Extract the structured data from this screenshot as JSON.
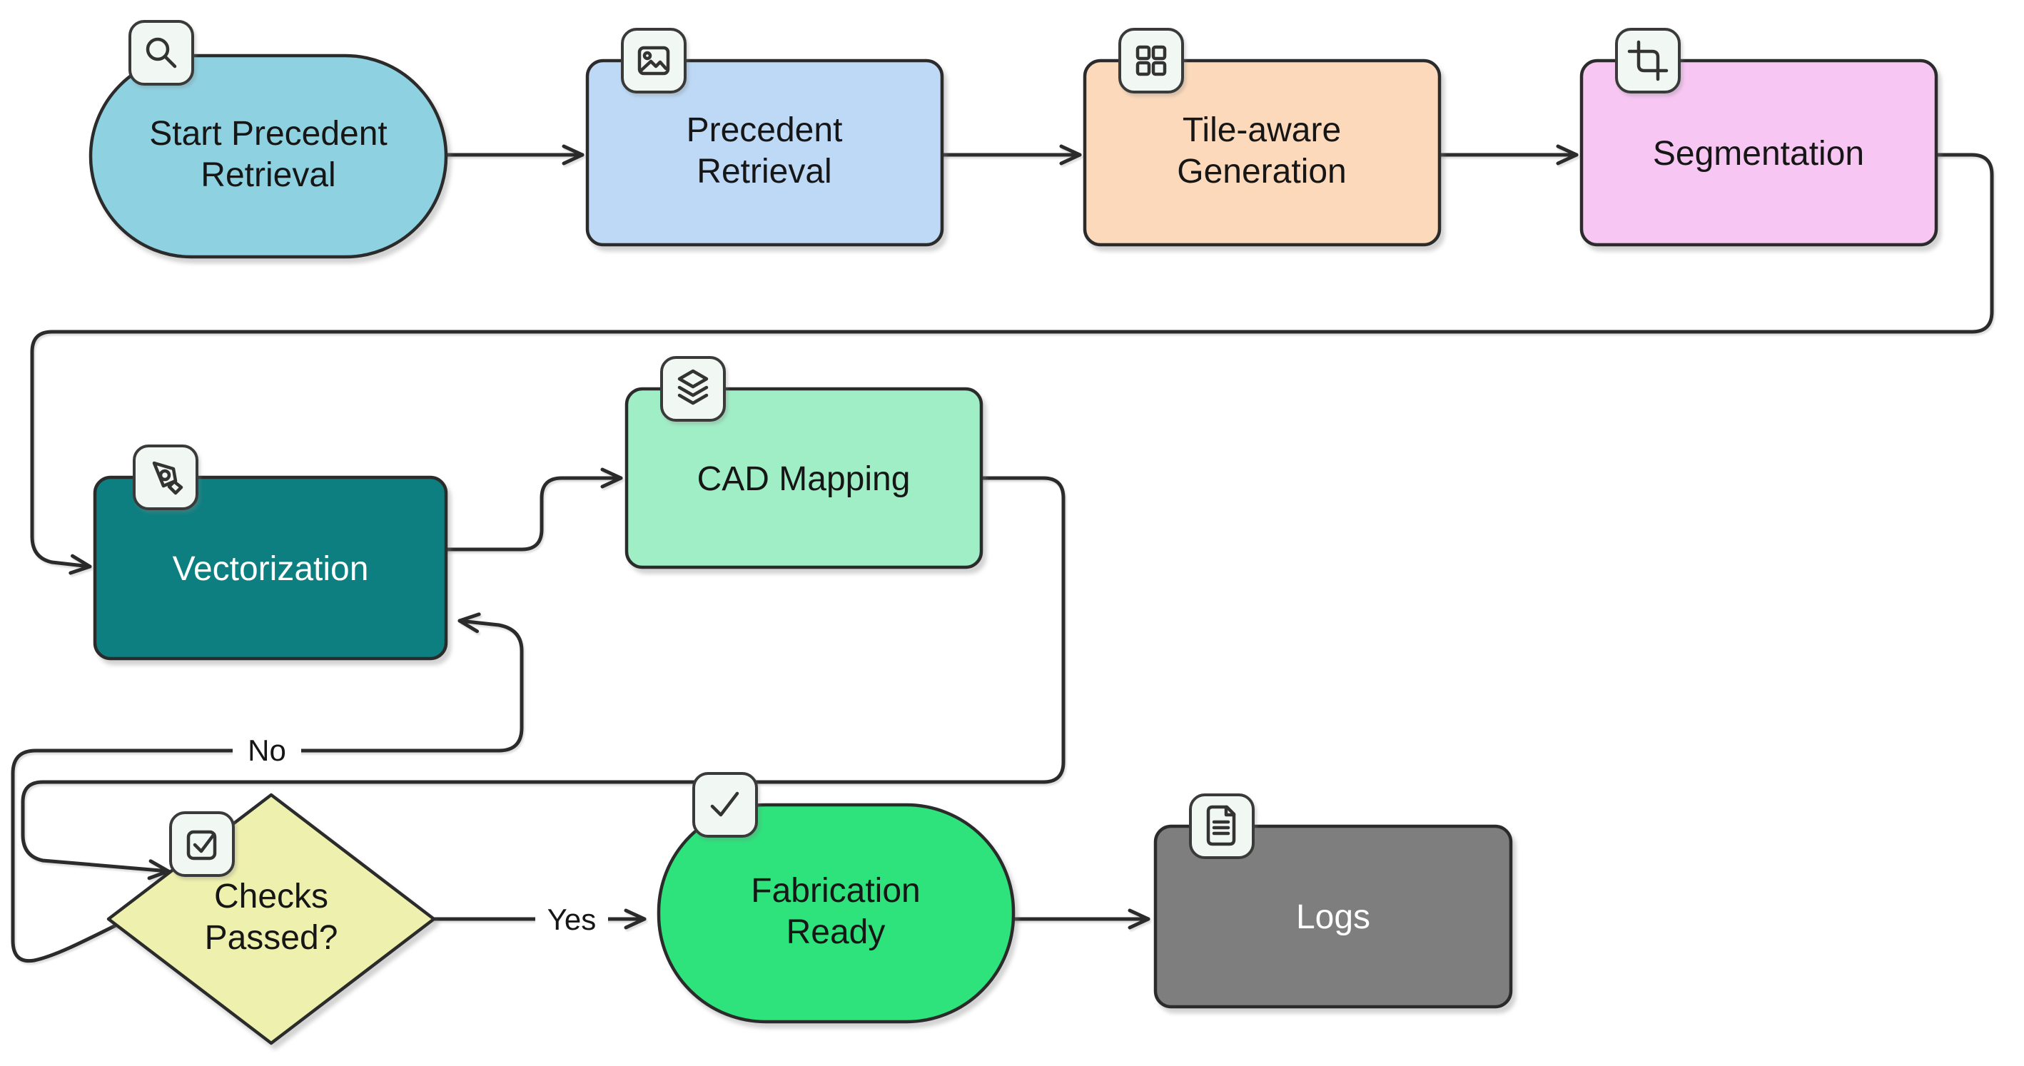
{
  "diagram": {
    "background_color": "#ffffff",
    "edge_color": "#2b2b2b",
    "badge": {
      "fill": "#f1f8f4",
      "border_color": "#3a3a3a"
    },
    "nodes": [
      {
        "id": "start-precedent-retrieval",
        "shape": "stadium",
        "icon": "search-icon",
        "lines": [
          "Start Precedent",
          "Retrieval"
        ],
        "fill": "#8ed2e2",
        "text_color": "#161616"
      },
      {
        "id": "precedent-retrieval",
        "shape": "rounded-rect",
        "icon": "image-icon",
        "lines": [
          "Precedent",
          "Retrieval"
        ],
        "fill": "#bdd9f6",
        "text_color": "#161616"
      },
      {
        "id": "tile-aware-generation",
        "shape": "rounded-rect",
        "icon": "grid-icon",
        "lines": [
          "Tile-aware",
          "Generation"
        ],
        "fill": "#fbd9ba",
        "text_color": "#161616"
      },
      {
        "id": "segmentation",
        "shape": "rounded-rect",
        "icon": "crop-icon",
        "lines": [
          "Segmentation"
        ],
        "fill": "#f7c6f2",
        "text_color": "#161616"
      },
      {
        "id": "vectorization",
        "shape": "rounded-rect",
        "icon": "pen-tool-icon",
        "lines": [
          "Vectorization"
        ],
        "fill": "#0e7f80",
        "text_color": "#ffffff"
      },
      {
        "id": "cad-mapping",
        "shape": "rounded-rect",
        "icon": "layers-icon",
        "lines": [
          "CAD Mapping"
        ],
        "fill": "#a0eec6",
        "text_color": "#161616"
      },
      {
        "id": "checks-passed",
        "shape": "diamond",
        "icon": "checkbox-icon",
        "lines": [
          "Checks",
          "Passed?"
        ],
        "fill": "#eef0ad",
        "text_color": "#161616"
      },
      {
        "id": "fabrication-ready",
        "shape": "stadium",
        "icon": "check-icon",
        "lines": [
          "Fabrication",
          "Ready"
        ],
        "fill": "#2ee27c",
        "text_color": "#161616"
      },
      {
        "id": "logs",
        "shape": "rounded-rect",
        "icon": "file-text-icon",
        "lines": [
          "Logs"
        ],
        "fill": "#7e7e7e",
        "text_color": "#ffffff"
      }
    ],
    "edges": [
      {
        "from": "start-precedent-retrieval",
        "to": "precedent-retrieval",
        "label": ""
      },
      {
        "from": "precedent-retrieval",
        "to": "tile-aware-generation",
        "label": ""
      },
      {
        "from": "tile-aware-generation",
        "to": "segmentation",
        "label": ""
      },
      {
        "from": "segmentation",
        "to": "vectorization",
        "label": ""
      },
      {
        "from": "vectorization",
        "to": "cad-mapping",
        "label": ""
      },
      {
        "from": "cad-mapping",
        "to": "checks-passed",
        "label": ""
      },
      {
        "from": "checks-passed",
        "to": "fabrication-ready",
        "label": "Yes"
      },
      {
        "from": "checks-passed",
        "to": "vectorization",
        "label": "No"
      },
      {
        "from": "fabrication-ready",
        "to": "logs",
        "label": ""
      }
    ]
  }
}
